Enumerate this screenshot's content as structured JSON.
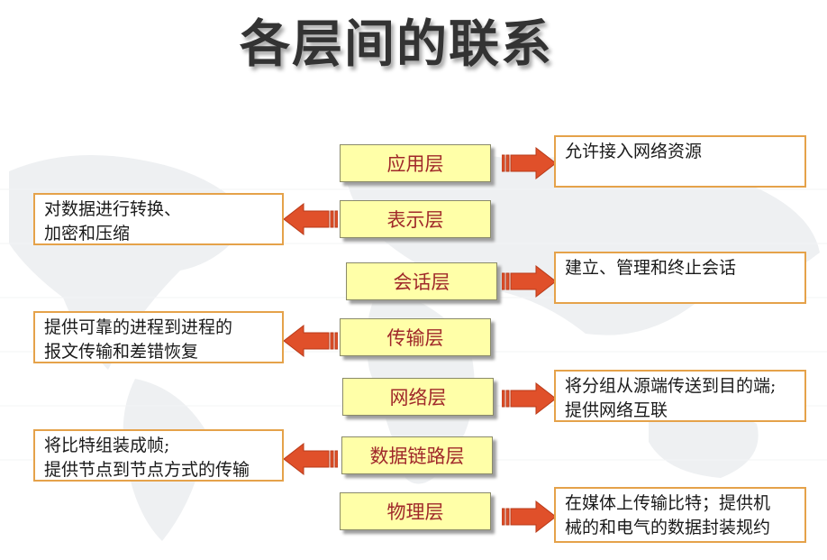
{
  "title": "各层间的联系",
  "colors": {
    "layer_fill": "#ffffa8",
    "layer_text": "#a0282a",
    "desc_border": "#e5a24a",
    "arrow_fill": "#e0502a",
    "arrow_stroke": "#b83a18"
  },
  "layers": [
    {
      "label": "应用层",
      "direction": "right",
      "desc": [
        "允许接入网络资源"
      ]
    },
    {
      "label": "表示层",
      "direction": "left",
      "desc": [
        "对数据进行转换、",
        "加密和压缩"
      ]
    },
    {
      "label": "会话层",
      "direction": "right",
      "desc": [
        "建立、管理和终止会话"
      ]
    },
    {
      "label": "传输层",
      "direction": "left",
      "desc": [
        "提供可靠的进程到进程的",
        "报文传输和差错恢复"
      ]
    },
    {
      "label": "网络层",
      "direction": "right",
      "desc": [
        "将分组从源端传送到目的端;",
        "提供网络互联"
      ]
    },
    {
      "label": "数据链路层",
      "direction": "left",
      "desc": [
        "将比特组装成帧;",
        "提供节点到节点方式的传输"
      ]
    },
    {
      "label": "物理层",
      "direction": "right",
      "desc": [
        "在媒体上传输比特；提供机",
        "械的和电气的数据封装规约"
      ]
    }
  ]
}
